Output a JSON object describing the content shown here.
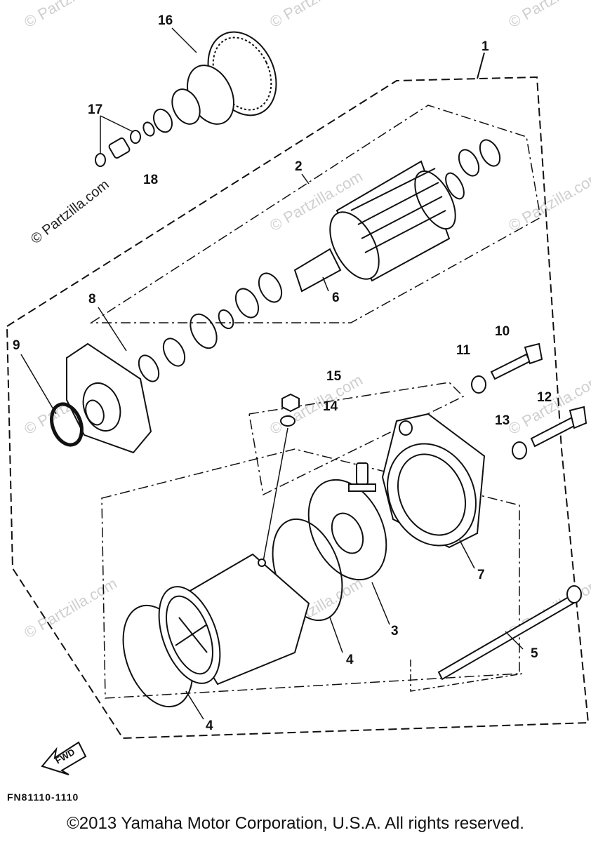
{
  "diagram": {
    "callouts": [
      "1",
      "2",
      "3",
      "4",
      "4",
      "5",
      "6",
      "7",
      "8",
      "9",
      "10",
      "11",
      "12",
      "13",
      "14",
      "15",
      "16",
      "17",
      "18"
    ],
    "watermark": "© Partzilla.com",
    "watermark_overlay": "© Partzilla.com",
    "direction_label": "FWD",
    "drawing_code": "FN81110-1110",
    "copyright": "©2013  Yamaha Motor Corporation, U.S.A. All rights reserved."
  }
}
